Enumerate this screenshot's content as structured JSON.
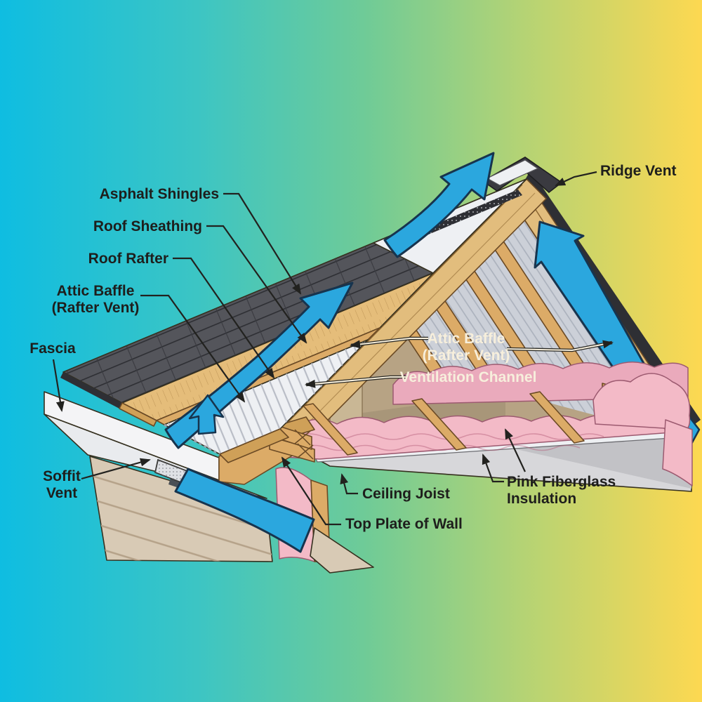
{
  "diagram": {
    "subject": "attic-roof-ventilation-cutaway",
    "labels": {
      "ridge_vent": {
        "text": "Ridge Vent"
      },
      "asphalt_shingles": {
        "text": "Asphalt Shingles"
      },
      "roof_sheathing": {
        "text": "Roof Sheathing"
      },
      "roof_rafter": {
        "text": "Roof Rafter"
      },
      "attic_baffle_left": {
        "line1": "Attic Baffle",
        "line2": "(Rafter Vent)"
      },
      "fascia": {
        "text": "Fascia"
      },
      "soffit_vent": {
        "line1": "Soffit",
        "line2": "Vent"
      },
      "attic_baffle_right": {
        "line1": "Attic Baffle",
        "line2": "(Rafter Vent)"
      },
      "ventilation_channel": {
        "text": "Ventilation Channel"
      },
      "pink_fiberglass": {
        "line1": "Pink Fiberglass",
        "line2": "Insulation"
      },
      "ceiling_joist": {
        "text": "Ceiling Joist"
      },
      "top_plate": {
        "text": "Top Plate of Wall"
      }
    }
  },
  "colors": {
    "bg_left": "#0fbde1",
    "bg_mid1": "#3cc5c4",
    "bg_mid": "#6fcb97",
    "bg_mid2": "#b3d375",
    "bg_right": "#fdd851",
    "airflow_blue": "#2ba7de",
    "airflow_outline": "#17344e",
    "shingle_gray": "#54555b",
    "shingle_dark": "#2e2f34",
    "sheathing_tan": "#e5bd7a",
    "wood_tan": "#dcab67",
    "wood_edge": "#6b4a25",
    "baffle_white": "#eef0f3",
    "interior_khaki": "#b7a384",
    "interior_gray": "#ccd0d8",
    "insulation_pink": "#f3bac7",
    "insulation_deep": "#eaaabc",
    "insulation_edge": "#9c5a70",
    "fascia_white": "#f4f4f6",
    "soffit_gray": "#e9ebee",
    "siding_beige": "#d8cab5",
    "ceiling_gray": "#d7d7da",
    "label_dark": "#1e1e1c",
    "label_light": "#f7efdc",
    "leader_dark": "#22221f"
  }
}
